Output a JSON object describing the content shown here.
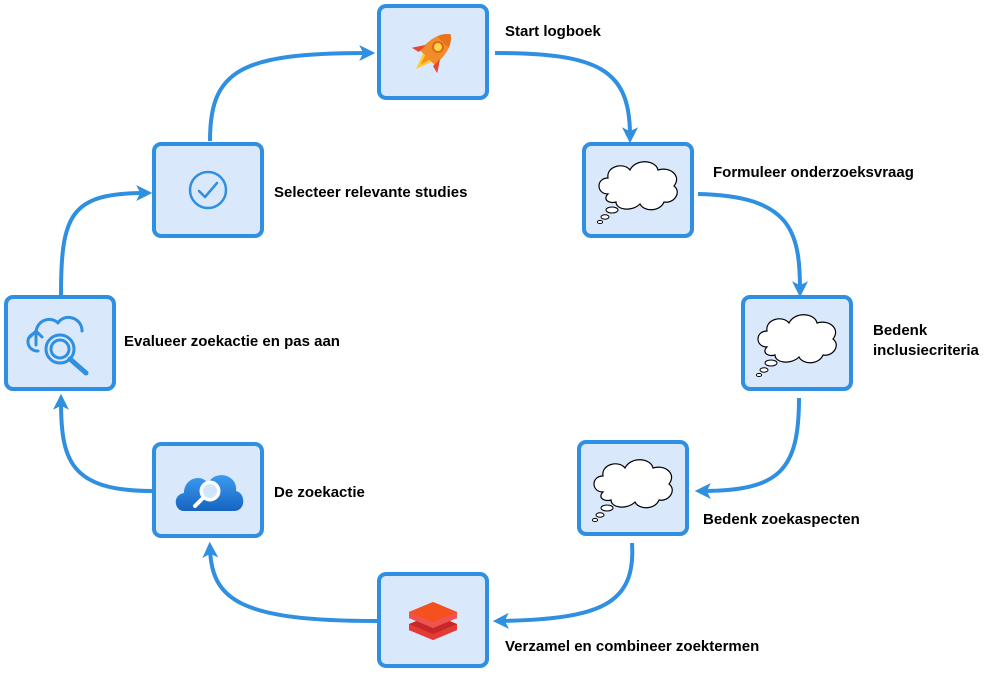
{
  "diagram": {
    "steps": [
      {
        "label": "Start logboek",
        "icon": "rocket-icon"
      },
      {
        "label": "Formuleer onderzoeksvraag",
        "icon": "thought-cloud-icon"
      },
      {
        "label_line1": "Bedenk",
        "label_line2": "inclusiecriteria",
        "icon": "thought-cloud-icon"
      },
      {
        "label": "Bedenk zoekaspecten",
        "icon": "thought-cloud-icon"
      },
      {
        "label": "Verzamel en combineer zoektermen",
        "icon": "layers-icon"
      },
      {
        "label": "De zoekactie",
        "icon": "cloud-search-icon"
      },
      {
        "label": "Evalueer zoekactie en pas aan",
        "icon": "cloud-search-refresh-icon"
      },
      {
        "label": "Selecteer relevante studies",
        "icon": "check-circle-icon"
      }
    ],
    "colors": {
      "box_fill": "#dae8fc",
      "box_border": "#2f8fe0",
      "arrow": "#2f8fe0"
    }
  }
}
